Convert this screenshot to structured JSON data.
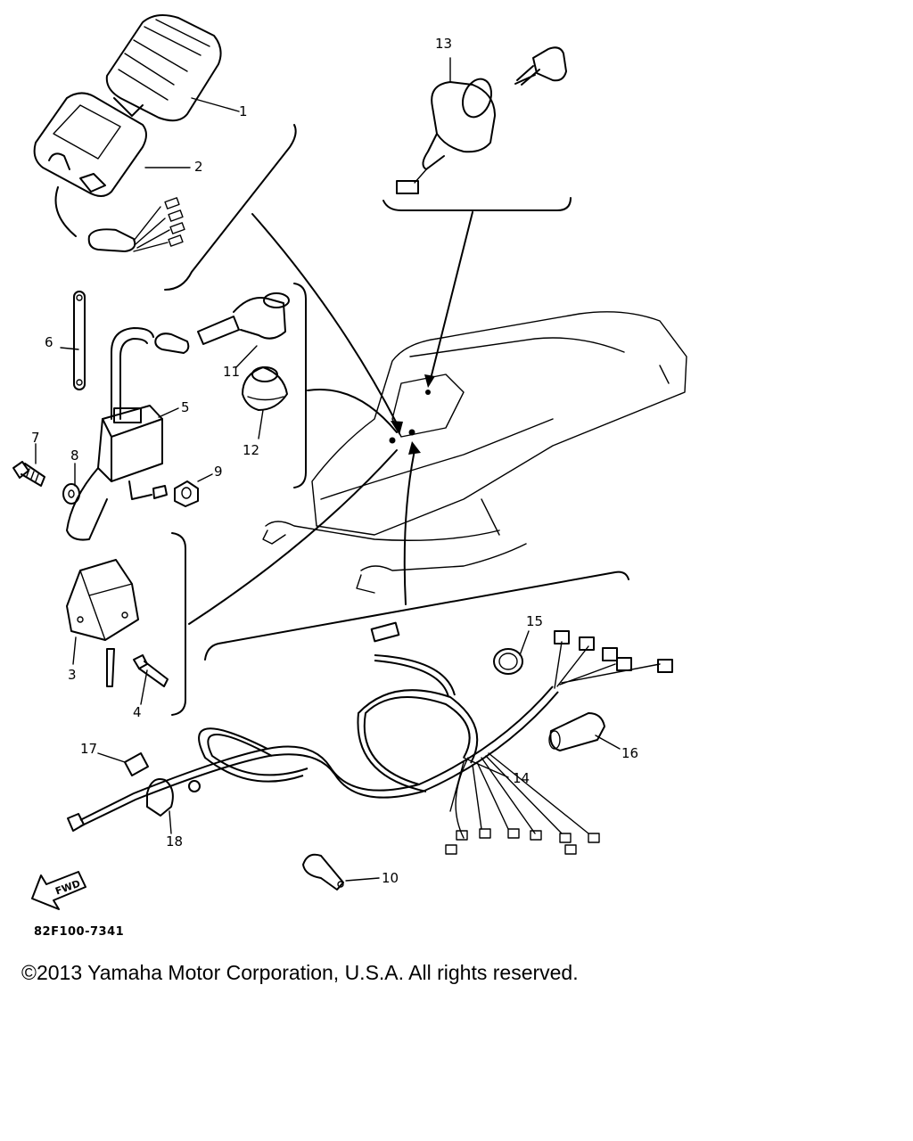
{
  "callouts": {
    "p1": "1",
    "p2": "2",
    "p3": "3",
    "p4": "4",
    "p5": "5",
    "p6": "6",
    "p7": "7",
    "p8": "8",
    "p9": "9",
    "p10": "10",
    "p11": "11",
    "p12": "12",
    "p13": "13",
    "p14": "14",
    "p15": "15",
    "p16": "16",
    "p17": "17",
    "p18": "18"
  },
  "fwd_label": "FWD",
  "drawing_code": "82F100-7341",
  "copyright": "©2013 Yamaha Motor Corporation, U.S.A. All rights reserved."
}
